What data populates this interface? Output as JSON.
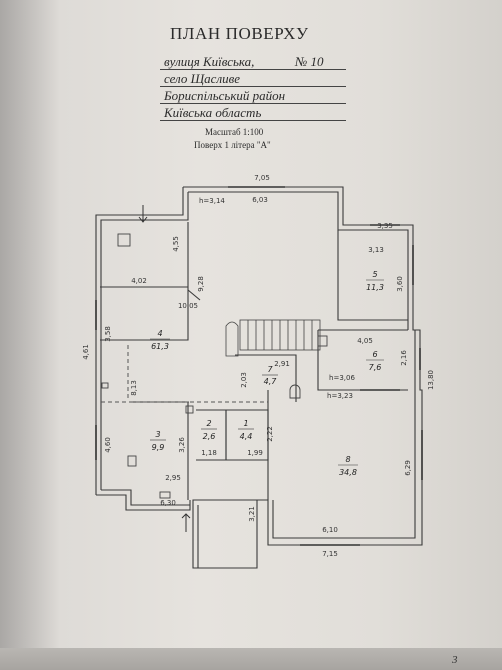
{
  "header": {
    "title": "ПЛАН ПОВЕРХУ",
    "street": "вулиця  Київська,",
    "number": "№ 10",
    "village": "село  Щасливе",
    "district": "Бориспільський район",
    "region": "Київська область",
    "scale": "Масштаб 1:100",
    "floor": "Поверх 1  літера \"А\""
  },
  "rooms": [
    {
      "num": "1",
      "area": "4,4"
    },
    {
      "num": "2",
      "area": "2,6"
    },
    {
      "num": "3",
      "area": "9,9"
    },
    {
      "num": "4",
      "area": "61,3"
    },
    {
      "num": "5",
      "area": "11,3"
    },
    {
      "num": "6",
      "area": "7,6"
    },
    {
      "num": "7",
      "area": "4,7"
    },
    {
      "num": "8",
      "area": "34,8"
    }
  ],
  "dimensions": {
    "d_7_05": "7,05",
    "d_6_03": "6,03",
    "h_3_14": "h=3,14",
    "d_3_35": "3,35",
    "d_3_13": "3,13",
    "d_4_55": "4,55",
    "d_9_28": "9,28",
    "d_4_02": "4,02",
    "d_3_60": "3,60",
    "d_10_05": "10,05",
    "d_4_61": "4,61",
    "d_3_58": "3,58",
    "d_4_05": "4,05",
    "d_2_91": "2,91",
    "d_2_16": "2,16",
    "d_13_80": "13,80",
    "h_3_06": "h=3,06",
    "d_2_03": "2,03",
    "d_8_13": "8,13",
    "h_3_23": "h=3,23",
    "d_2_22": "2,22",
    "d_4_60": "4,60",
    "d_3_26": "3,26",
    "d_1_18": "1,18",
    "d_1_99": "1,99",
    "d_6_29": "6,29",
    "d_2_95": "2,95",
    "d_6_30": "6,30",
    "d_3_21": "3,21",
    "d_6_10": "6,10",
    "d_7_15": "7,15"
  },
  "page_number": "3"
}
